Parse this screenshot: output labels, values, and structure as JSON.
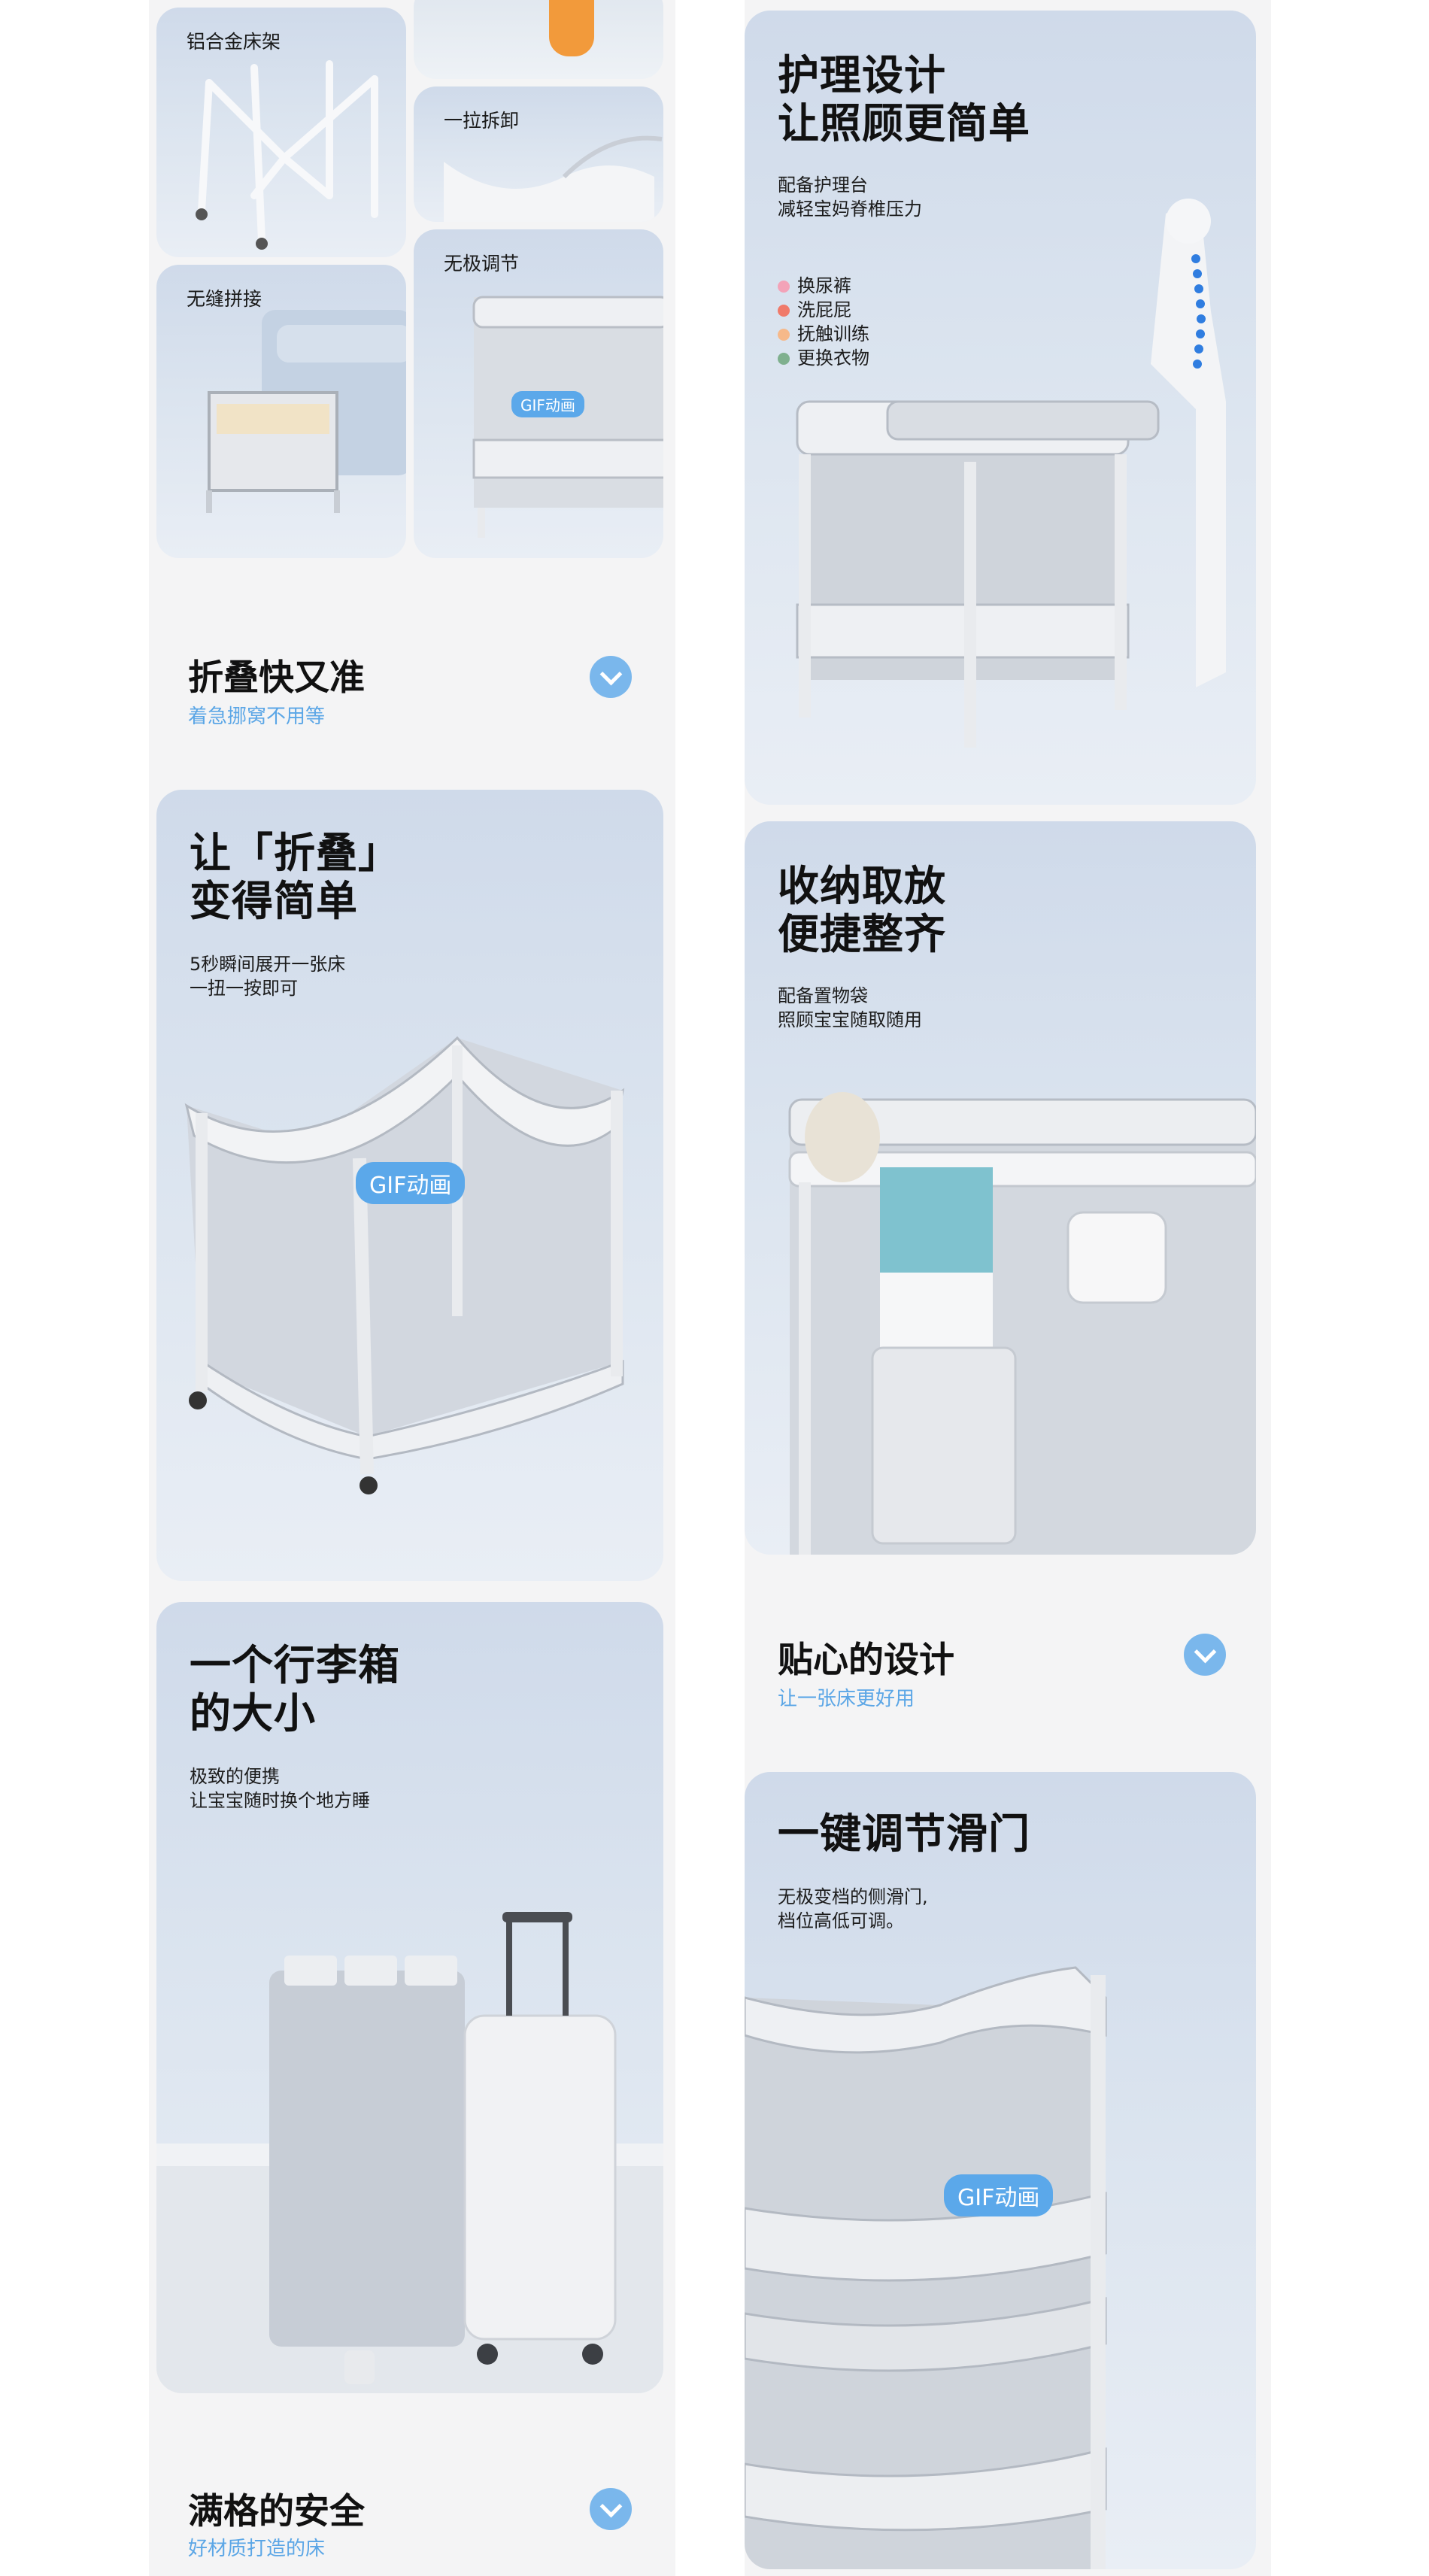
{
  "left_column": {
    "tiles": [
      {
        "label": "铝合金床架"
      },
      {
        "label": "一拉拆卸"
      },
      {
        "label": "无缝拼接"
      },
      {
        "label": "无极调节",
        "badge": "GIF动画"
      }
    ],
    "fold_section": {
      "title": "折叠快又准",
      "subtitle": "着急挪窝不用等"
    },
    "fold_card": {
      "title_line1": "让「折叠」",
      "title_line2": "变得简单",
      "sub_line1": "5秒瞬间展开一张床",
      "sub_line2": "一扭一按即可",
      "badge": "GIF动画"
    },
    "luggage_card": {
      "title_line1": "一个行李箱",
      "title_line2": "的大小",
      "sub_line1": "极致的便携",
      "sub_line2": "让宝宝随时换个地方睡"
    },
    "safety_section": {
      "title": "满格的安全",
      "subtitle": "好材质打造的床"
    }
  },
  "right_column": {
    "care_card": {
      "title_line1": "护理设计",
      "title_line2": "让照顾更简单",
      "sub_line1": "配备护理台",
      "sub_line2": "减轻宝妈脊椎压力",
      "legend": [
        {
          "label": "换尿裤",
          "color": "#f3a3b8"
        },
        {
          "label": "洗屁屁",
          "color": "#f07a6a"
        },
        {
          "label": "抚触训练",
          "color": "#f6b98a"
        },
        {
          "label": "更换衣物",
          "color": "#7fb08e"
        }
      ]
    },
    "storage_card": {
      "title_line1": "收纳取放",
      "title_line2": "便捷整齐",
      "sub_line1": "配备置物袋",
      "sub_line2": "照顾宝宝随取随用"
    },
    "design_section": {
      "title": "贴心的设计",
      "subtitle": "让一张床更好用"
    },
    "door_card": {
      "title": "一键调节滑门",
      "sub_line1": "无极变档的侧滑门,",
      "sub_line2": "档位高低可调。",
      "badge": "GIF动画"
    }
  },
  "colors": {
    "accent": "#7ab7ec",
    "badge": "#5ba8ea",
    "subtitle": "#5ba6e6"
  }
}
